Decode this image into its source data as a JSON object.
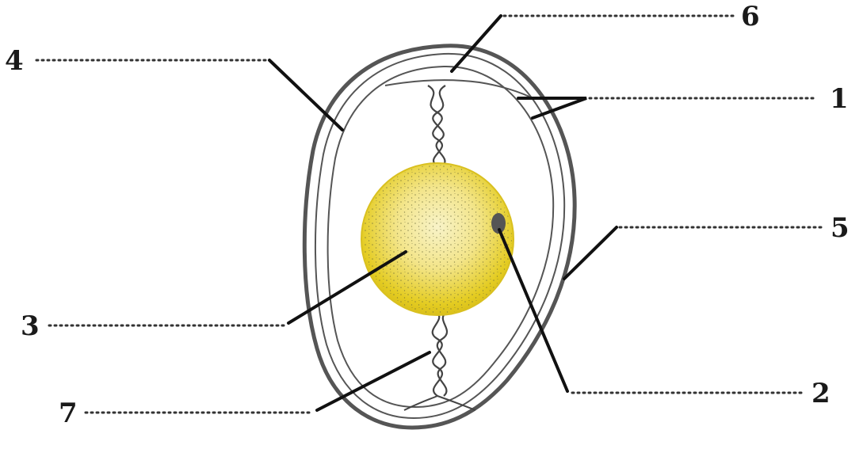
{
  "labels": {
    "l1": "1",
    "l2": "2",
    "l3": "3",
    "l4": "4",
    "l5": "5",
    "l6": "6",
    "l7": "7"
  },
  "colors": {
    "yolk_outer": "#e8d12a",
    "yolk_inner": "#f6f0b4",
    "shell_line": "#555555",
    "germinal_disc": "#555555"
  }
}
